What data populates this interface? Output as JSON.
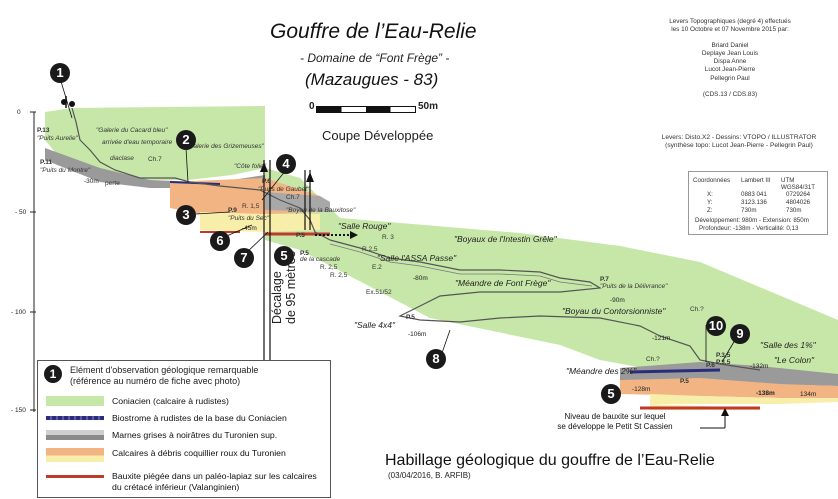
{
  "header": {
    "title": "Gouffre de l’Eau-Relie",
    "subtitle": "- Domaine de “Font Frège” -",
    "location": "(Mazaugues - 83)",
    "scale_zero": "0",
    "scale_end": "50m",
    "section_label": "Coupe Développée"
  },
  "credits": {
    "lines": [
      "Levers Topographiques (degré 4) effectués",
      "les 10 Octobre et 07 Novembre 2015 par:",
      "",
      "Briard Daniel",
      "Deplaye Jean Louis",
      "Dispa Anne",
      "Lucot Jean-Pierre",
      "Pellegrin Paul",
      "",
      "(CDS.13 / CDS.83)"
    ],
    "tools_lines": [
      "Levers: Disto.X2 - Dessins: VTOPO / ILLUSTRATOR",
      "(synthèse topo: Lucot Jean-Pierre - Pellegrin Paul)"
    ]
  },
  "coords": {
    "header": [
      "Coordonnées",
      "Lambert III",
      "UTM WGS84/31T"
    ],
    "rows": [
      [
        "X:",
        "0883 041",
        "0729264"
      ],
      [
        "Y:",
        "3123.136",
        "4804026"
      ],
      [
        "Z:",
        "730m",
        "730m"
      ]
    ],
    "dev_line": "Développement: 980m - Extension: 850m",
    "depth_line": "Profondeur: -138m - Verticalité: 0,13"
  },
  "axis": {
    "ticks": [
      "0",
      "- 50",
      "- 100",
      "- 150"
    ]
  },
  "cave_labels": {
    "p13": "P.13",
    "puits_aurelie": "\"Puits Aurelie\"",
    "p11": "P.11",
    "puits_montre": "\"Puits du Montre\"",
    "galerie_cacard": "\"Galerie du Cacard bleu\"",
    "arrivee": "arrivée d'eau temporaire",
    "diaclase": "diaclase",
    "ch7a": "Ch.7",
    "galerie_grizou": "\"Galerie des Grizemeuses\"",
    "cote_folie": "\"Côte folie\"",
    "puits_gaubet": "\"Puits de Gaubet\"",
    "perte": "perte",
    "p9": "P.9",
    "puits_sec": "\"Puits du Sec\"",
    "r15": "R. 1,5",
    "p6": "P.6",
    "ch7b": "Ch.7",
    "boyau_bauxite": "\"Boyau de la Bauxitose\"",
    "p5": "P.5",
    "salle_rouge": "\"Salle Rouge\"",
    "r3": "R. 3",
    "r25a": "R.2,5",
    "p_cascade": "P.5",
    "de_cascade": "de la cascade",
    "r25b": "R. 2,5",
    "r25c": "R. 2,5",
    "e2": "E.2",
    "salle_assa": "\"Salle l'ASSA Passe\"",
    "boyaux_intestin": "\"Boyaux de l'Intestin Grêle\"",
    "p7": "P.7",
    "puits_delivrance": "\"Puits de la Délivrance\"",
    "meandre_font": "\"Méandre de Font Frège\"",
    "ex5152": "Ex.51/52",
    "boyau_contor": "\"Boyau du Contorsionniste\"",
    "p5b": "P.5",
    "salle4x4": "\"Salle 4x4\"",
    "ch7c": "Ch.?",
    "ch7d": "Ch.?",
    "meandre2": "\"Méandre des 2%\"",
    "p6b": "P.6",
    "p35": "P.3,5",
    "p35b": "P.3,5",
    "p5c": "P.5",
    "salle1": "\"Salle des 1%\"",
    "colon": "\"Le Colon\""
  },
  "depths": {
    "m30": "-30m",
    "m45": "-45m",
    "m80": "-80m",
    "m90": "-90m",
    "m106": "-106m",
    "m121": "-121m",
    "m128": "-128m",
    "m132": "-132m",
    "m138": "-138m",
    "m134": "134m"
  },
  "markers": [
    "1",
    "2",
    "3",
    "4",
    "5",
    "6",
    "7",
    "8",
    "9",
    "10",
    "5"
  ],
  "decalage": {
    "line1": "Décalage",
    "line2": "de 95 mètres"
  },
  "legend": {
    "marker_num": "1",
    "marker_line1": "Elément d'observation géologique remarquable",
    "marker_line2": "(référence au numéro de fiche avec photo)",
    "items": [
      {
        "label": "Coniacien (calcaire à rudistes)",
        "color": "#c6e7a8"
      },
      {
        "label": "Biostrome à rudistes de la base du Coniacien",
        "color": "#2b2d7a"
      },
      {
        "label": "Marnes grises à noirâtres du Turonien sup.",
        "color": "#9a9a9a"
      },
      {
        "label": "Calcaires à débris coquillier roux du Turonien",
        "color": "#f2b483"
      },
      {
        "label": "Bauxite piégée dans un paléo-lapiaz sur les calcaires",
        "color": "#c0392b"
      }
    ],
    "last_line2": "du crétacé inférieur (Valanginien)"
  },
  "bauxite_note": {
    "line1": "Niveau de bauxite sur lequel",
    "line2": "se développe le Petit St Cassien"
  },
  "footer": {
    "title": "Habillage géologique du gouffre de l’Eau-Relie",
    "sub": "(03/04/2016, B. ARFIB)"
  }
}
